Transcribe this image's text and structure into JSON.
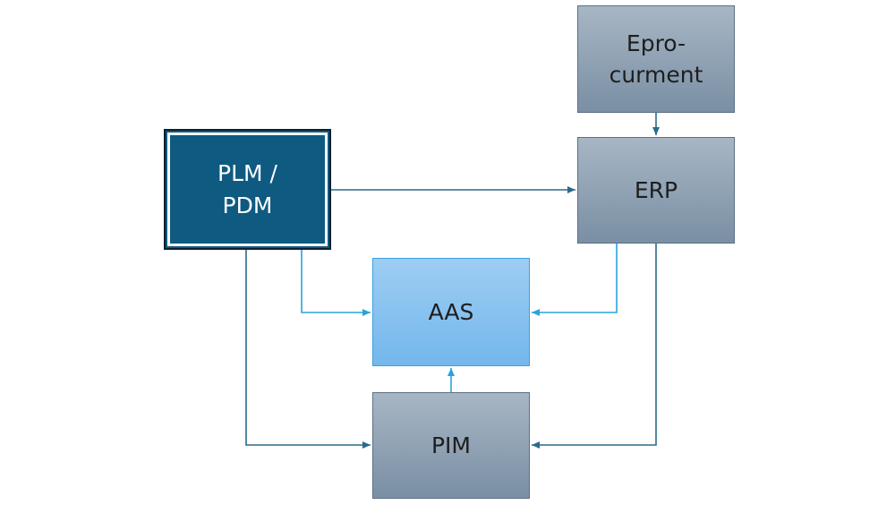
{
  "diagram": {
    "nodes": {
      "eprocurement": {
        "label": "Epro-\ncurment"
      },
      "erp": {
        "label": "ERP"
      },
      "plm_pdm": {
        "label": "PLM /\nPDM"
      },
      "aas": {
        "label": "AAS"
      },
      "pim": {
        "label": "PIM"
      }
    },
    "edges": [
      {
        "from": "eprocurement",
        "to": "erp"
      },
      {
        "from": "plm_pdm",
        "to": "erp"
      },
      {
        "from": "plm_pdm",
        "to": "aas"
      },
      {
        "from": "plm_pdm",
        "to": "pim"
      },
      {
        "from": "erp",
        "to": "aas"
      },
      {
        "from": "erp",
        "to": "pim"
      },
      {
        "from": "pim",
        "to": "aas"
      }
    ]
  },
  "colors": {
    "gray_box_top": "#a7b6c4",
    "gray_box_bottom": "#7a8fa4",
    "plm_fill": "#0f5a80",
    "aas_fill": "#8cc6f1",
    "dark_arrow": "#2b6a8c",
    "light_arrow": "#2aa3dc"
  }
}
